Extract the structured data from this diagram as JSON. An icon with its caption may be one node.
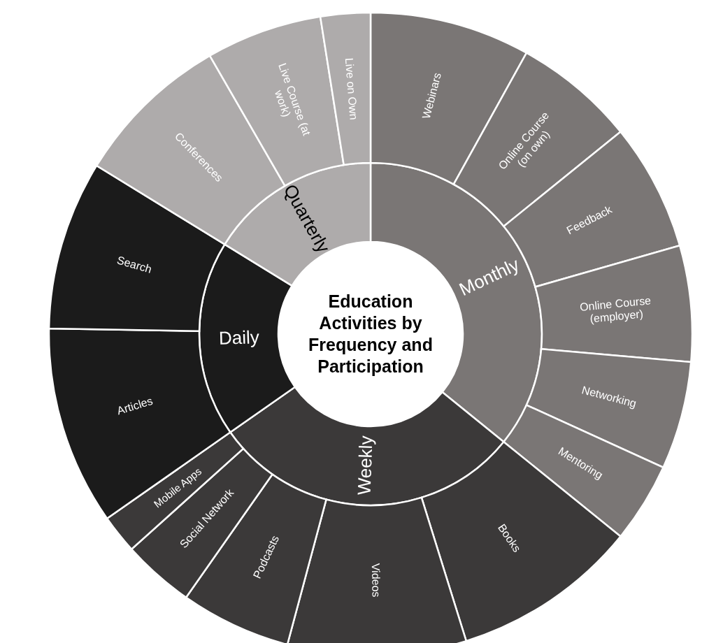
{
  "diagram": {
    "nodes": [
      {
        "text": [
          "Education Activities by Frequency and Participation"
        ]
      },
      {
        "text": [
          "Monthly"
        ]
      },
      {
        "text": [
          "Webinars"
        ]
      },
      {
        "text": [
          "Online Course (on own)"
        ]
      },
      {
        "text": [
          "Feedback"
        ]
      },
      {
        "text": [
          "Online Course (employer)"
        ]
      },
      {
        "text": [
          "Networking"
        ]
      },
      {
        "text": [
          "Mentoring"
        ]
      },
      {
        "text": [
          "Weekly"
        ]
      },
      {
        "text": [
          "Books"
        ]
      },
      {
        "text": [
          "Videos"
        ]
      },
      {
        "text": [
          "Podcasts"
        ]
      },
      {
        "text": [
          "Social Network"
        ]
      },
      {
        "text": [
          "Mobile Apps"
        ]
      },
      {
        "text": [
          "Daily"
        ]
      },
      {
        "text": [
          "Articles"
        ]
      },
      {
        "text": [
          "Search"
        ]
      },
      {
        "text": [
          "Quarterly"
        ]
      },
      {
        "text": [
          "Conferences"
        ]
      },
      {
        "text": [
          "Live Course (at work)"
        ]
      },
      {
        "text": [
          "Live on Own"
        ]
      }
    ]
  }
}
